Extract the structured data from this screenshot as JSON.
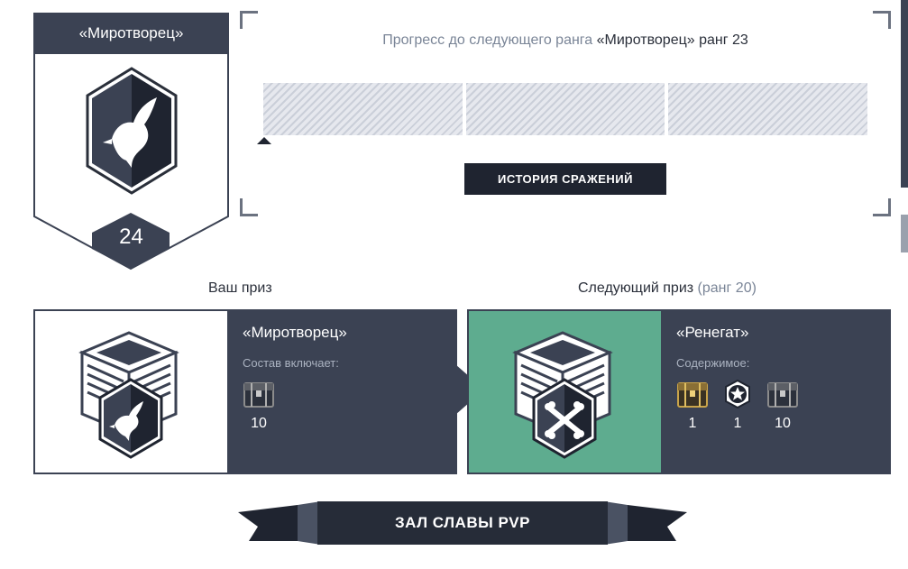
{
  "rank": {
    "name": "«Миротворец»",
    "number": "24",
    "icon": "dove-icon"
  },
  "progress": {
    "title_prefix": "Прогресс до следующего ранга",
    "title_rank": "«Миротворец» ранг 23",
    "segments": 3,
    "history_button": "ИСТОРИЯ СРАЖЕНИЙ"
  },
  "current_prize": {
    "heading": "Ваш приз",
    "title": "«Миротворец»",
    "subtitle": "Состав включает:",
    "emblem": "dove-icon",
    "items": [
      {
        "icon": "crate-icon",
        "count": "10"
      }
    ]
  },
  "next_prize": {
    "heading": "Следующий приз",
    "heading_rank": "(ранг 20)",
    "title": "«Ренегат»",
    "subtitle": "Содержимое:",
    "emblem": "skull-crossbones-icon",
    "items": [
      {
        "icon": "gold-crate-icon",
        "count": "1"
      },
      {
        "icon": "star-badge-icon",
        "count": "1"
      },
      {
        "icon": "crate-icon",
        "count": "10"
      }
    ]
  },
  "hall_of_fame": {
    "label": "ЗАЛ СЛАВЫ PVP"
  },
  "colors": {
    "dark_navy": "#1f2430",
    "panel_slate": "#3b4253",
    "accent_green": "#5eac8f",
    "muted_text": "#7a8597"
  }
}
